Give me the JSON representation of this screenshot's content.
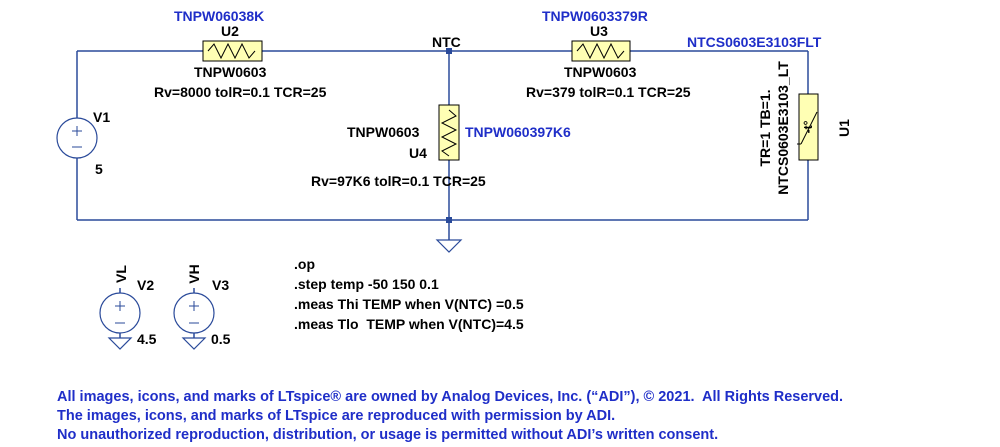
{
  "net_label": "NTC",
  "components": {
    "v1": {
      "name": "V1",
      "value": "5"
    },
    "u2": {
      "name": "U2",
      "part": "TNPW06038K",
      "model": "TNPW0603",
      "params": "Rv=8000 tolR=0.1 TCR=25"
    },
    "u3": {
      "name": "U3",
      "part": "TNPW0603379R",
      "model": "TNPW0603",
      "params": "Rv=379 tolR=0.1 TCR=25"
    },
    "u4": {
      "name": "U4",
      "part": "TNPW060397K6",
      "model": "TNPW0603",
      "params": "Rv=97K6 tolR=0.1 TCR=25"
    },
    "u1": {
      "name": "U1",
      "part": "NTCS0603E3103FLT",
      "model": "NTCS0603E3103_LT",
      "params": "TR=1 TB=1.",
      "symbol_text": "-t°"
    },
    "v2": {
      "name": "V2",
      "net": "VL",
      "value": "4.5"
    },
    "v3": {
      "name": "V3",
      "net": "VH",
      "value": "0.5"
    }
  },
  "directives": [
    ".op",
    ".step temp -50 150 0.1",
    ".meas Thi TEMP when V(NTC) =0.5",
    ".meas Tlo  TEMP when V(NTC)=4.5"
  ],
  "footer": [
    "All images, icons, and marks of LTspice® are owned by Analog Devices, Inc. (“ADI”), © 2021.  All Rights Reserved.",
    "The images, icons, and marks of LTspice are reproduced with permission by ADI.",
    "No unauthorized reproduction, distribution, or usage is permitted without ADI’s written consent."
  ],
  "colors": {
    "wire": "#2a4a9a",
    "component_fill": "#ffffb4",
    "label_blue": "#1f2ec8",
    "text_black": "#000000"
  }
}
